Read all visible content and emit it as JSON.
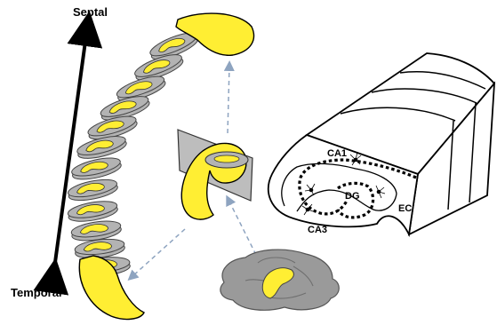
{
  "axis": {
    "top_label": "Septal",
    "bottom_label": "Temporal"
  },
  "section_labels": {
    "ca1": "CA1",
    "ca3": "CA3",
    "dg": "DG",
    "ec": "EC"
  },
  "colors": {
    "hippocampus_fill": "#ffee33",
    "slice_gray": "#b3b3b3",
    "brain_gray": "#9a9a9a",
    "arrow_dash": "#8ea4c0",
    "outline": "#000000"
  },
  "slice_count": 12
}
